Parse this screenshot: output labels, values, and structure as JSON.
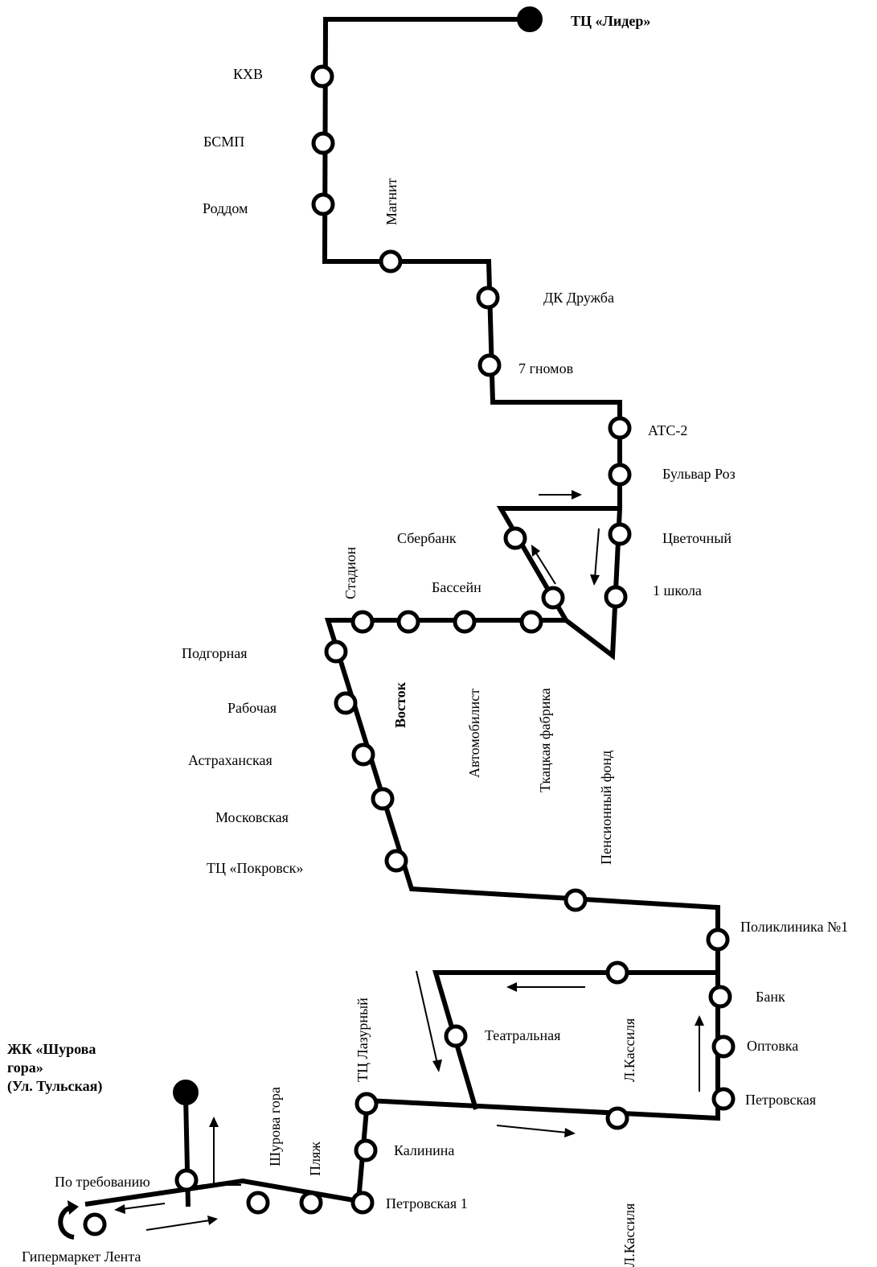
{
  "terminals": {
    "north": "ТЦ «Лидер»",
    "south_line1": "ЖК «Шурова",
    "south_line2": "гора»",
    "south_line3": "(Ул. Тульская)"
  },
  "stops": {
    "khv": "КХВ",
    "bsmp": "БСМП",
    "roddom": "Роддом",
    "magnit": "Магнит",
    "dk_druzhba": "ДК Дружба",
    "gnomov": "7 гномов",
    "ats2": "АТС-2",
    "bulvar_roz": "Бульвар Роз",
    "tsvetochny": "Цветочный",
    "shkola1": "1 школа",
    "sberbank": "Сбербанк",
    "basseyn": "Бассейн",
    "stadion": "Стадион",
    "vostok": "Восток",
    "avtomobilist": "Автомобилист",
    "tkatskaya": "Ткацкая фабрика",
    "podgornaya": "Подгорная",
    "rabochaya": "Рабочая",
    "astrakhanskaya": "Астраханская",
    "moskovskaya": "Московская",
    "tc_pokrovsk": "ТЦ «Покровск»",
    "pensionny": "Пенсионный фонд",
    "poliklinika": "Поликлиника №1",
    "bank": "Банк",
    "optovka": "Оптовка",
    "petrovskaya": "Петровская",
    "lkassilya_top": "Л.Кассиля",
    "lkassilya_bottom": "Л.Кассиля",
    "teatralnaya": "Театральная",
    "tc_lazurny": "ТЦ Лазурный",
    "kalinina": "Калинина",
    "petrovskaya1": "Петровская 1",
    "plyazh": "Пляж",
    "shurova_gora": "Шурова гора",
    "po_trebovaniyu": "По требованию",
    "lenta": "Гипермаркет Лента"
  }
}
